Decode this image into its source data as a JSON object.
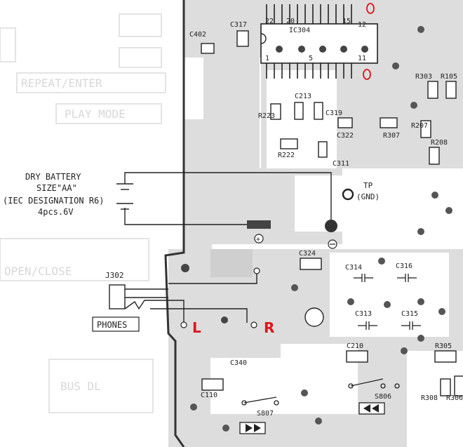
{
  "schematic": {
    "battery": {
      "line1": "DRY BATTERY",
      "line2": "SIZE\"AA\"",
      "line3": "(IEC DESIGNATION R6)",
      "line4": "4pcs.6V"
    },
    "test_point": {
      "name": "TP",
      "net": "(GND)"
    },
    "jack": {
      "ref": "J302",
      "name": "PHONES"
    },
    "channels": {
      "left": "L",
      "right": "R"
    },
    "ic": {
      "ref": "IC304",
      "pins": [
        "22",
        "20",
        "15",
        "12",
        "1",
        "5",
        "11"
      ]
    },
    "components": [
      "C402",
      "C317",
      "R223",
      "C213",
      "C319",
      "C322",
      "R307",
      "R222",
      "C311",
      "R303",
      "R105",
      "R207",
      "R208",
      "C324",
      "C314",
      "C316",
      "C313",
      "C315",
      "C210",
      "R305",
      "C340",
      "C110",
      "S806",
      "S807",
      "R308",
      "R306"
    ],
    "ghost_labels": [
      "REPEAT/ENTER",
      "PLAY MODE",
      "OPEN/CLOSE",
      "BUS DL"
    ],
    "polarity": "+"
  },
  "colors": {
    "trace": "#dddddd",
    "ink": "#222222",
    "annotation": "#e0151b",
    "pad": "#444444"
  }
}
